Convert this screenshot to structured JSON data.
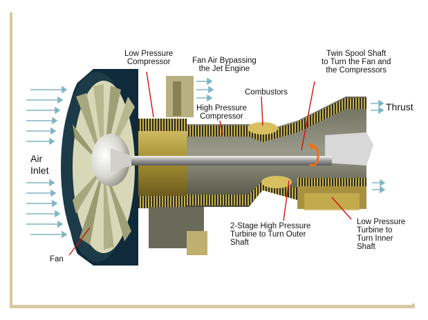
{
  "colors": {
    "frame_shadow": "#d8c8a0",
    "arrow": "#7fb4c4",
    "leader": "#d01010",
    "metal_dark": "#3a3a2a",
    "metal_gold": "#b8a040",
    "metal_light": "#e8e8e0",
    "fan_blade": "#c8c8a0",
    "nacelle": "#0f2a3a"
  },
  "labels": {
    "air_inlet": {
      "line1": "Air",
      "line2": "Inlet"
    },
    "fan": "Fan",
    "low_pressure_compressor": {
      "line1": "Low Pressure",
      "line2": "Compressor"
    },
    "fan_air_bypass": {
      "line1": "Fan Air Bypassing",
      "line2": "the Jet Engine"
    },
    "high_pressure_compressor": {
      "line1": "High Pressure",
      "line2": "Compressor"
    },
    "combustors": "Combustors",
    "twin_spool_shaft": {
      "line1": "Twin Spool Shaft",
      "line2": "to Turn the Fan and",
      "line3": "the Compressors"
    },
    "thrust": "Thrust",
    "hp_turbine": {
      "line1": "2-Stage High Pressure",
      "line2": "Turbine to Turn Outer",
      "line3": "Shaft"
    },
    "lp_turbine": {
      "line1": "Low Pressure",
      "line2": "Turbine to",
      "line3": "Turn Inner",
      "line4": "Shaft"
    }
  }
}
